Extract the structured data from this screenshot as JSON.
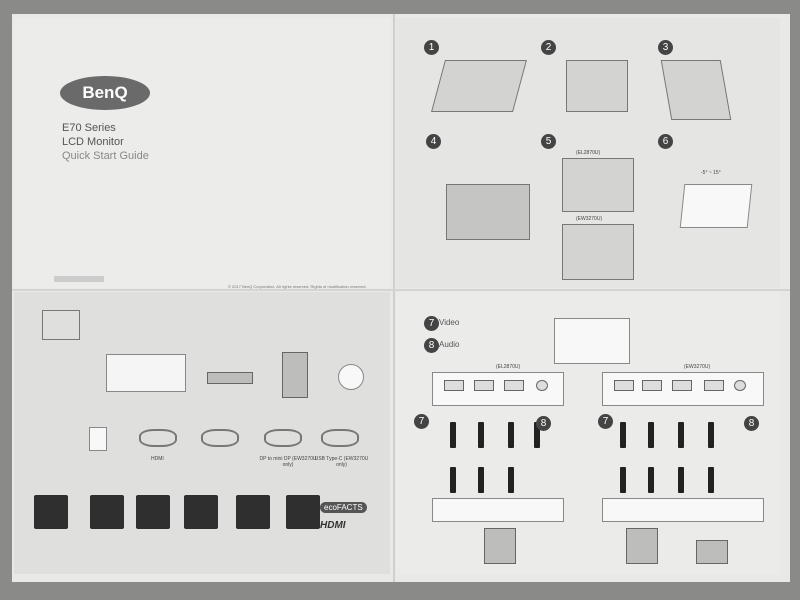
{
  "cover": {
    "brand": "BenQ",
    "series": "E70 Series",
    "product": "LCD Monitor",
    "guide": "Quick Start Guide",
    "copyright": "© 2017 BenQ Corporation. All rights reserved. Rights of modification reserved."
  },
  "setup": {
    "steps": [
      "1",
      "2",
      "3",
      "4",
      "5",
      "6"
    ],
    "model_a": "(EL2870U)",
    "model_b": "(EW3270U)",
    "tilt": "-5° ~ 15°"
  },
  "contents": {
    "cable_labels": [
      "HDMI",
      "DP to mini DP (EW3270U only)",
      "USB Type-C (EW3270U only)"
    ],
    "ecofacts": "ecoFACTS",
    "hdmi_logo": "HDMI"
  },
  "connections": {
    "video_num": "7",
    "video_label": "Video",
    "audio_num": "8",
    "audio_label": "Audio",
    "left_model": "(EL2870U)",
    "right_model": "(EW3270U)"
  }
}
